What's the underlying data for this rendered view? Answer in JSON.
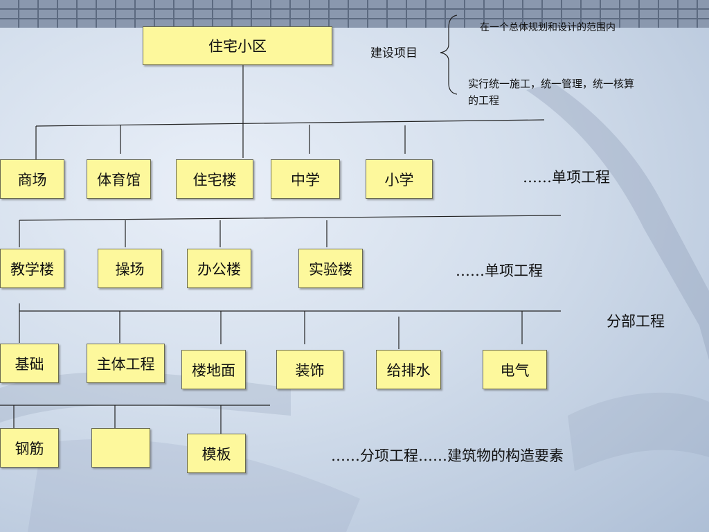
{
  "root": "住宅小区",
  "project_note": {
    "label": "建设项目",
    "line1": "在一个总体规划和设计的范围内",
    "line2a": "实行统一施工，统一管理，统一核算",
    "line2b": "的工程"
  },
  "level1": [
    "商场",
    "体育馆",
    "住宅楼",
    "中学",
    "小学"
  ],
  "level1_label": "……单项工程",
  "level2": [
    "教学楼",
    "操场",
    "办公楼",
    "实验楼"
  ],
  "level2_label": "……单项工程",
  "level3": [
    "基础",
    "主体工程",
    "楼地面",
    "装饰",
    "给排水",
    "电气"
  ],
  "level3_label": "分部工程",
  "level4": [
    "钢筋",
    "",
    "模板"
  ],
  "level4_label": "……分项工程……建筑物的构造要素"
}
